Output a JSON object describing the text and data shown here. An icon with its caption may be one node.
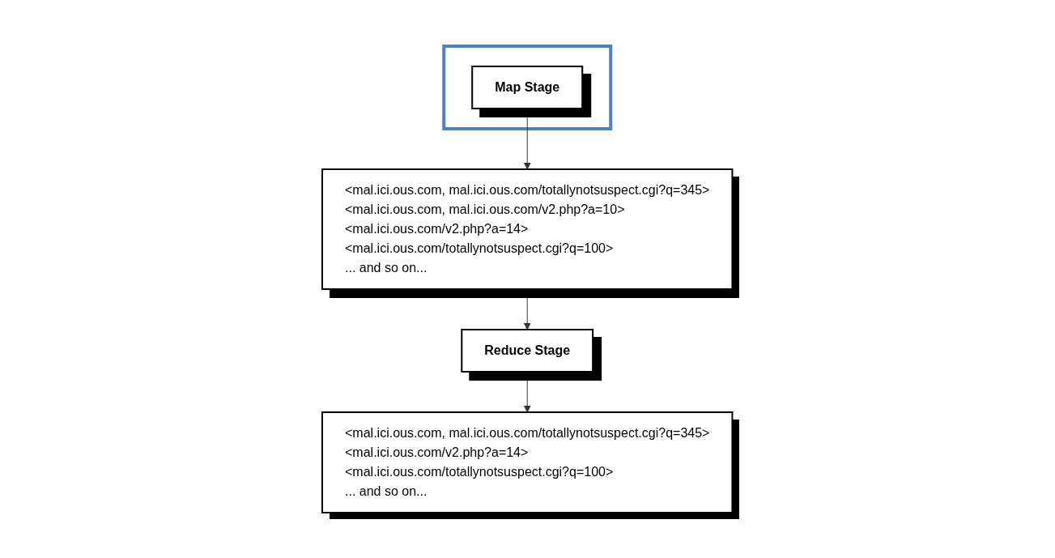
{
  "diagram": {
    "nodes": [
      {
        "text": [],
        "shape": "box"
      },
      {
        "text": [
          "Map Stage"
        ],
        "in": 0
      },
      {
        "text": [
          "<mal.ici.ous.com, mal.ici.ous.com/totallynotsuspect.cgi?q=345>",
          "<mal.ici.ous.com, mal.ici.ous.com/v2.php?a=10>",
          "<mal.ici.ous.com/v2.php?a=14>",
          "<mal.ici.ous.com/totallynotsuspect.cgi?q=100>",
          "... and so on..."
        ]
      },
      {
        "text": [
          "Reduce Stage"
        ]
      },
      {
        "text": [
          "<mal.ici.ous.com, mal.ici.ous.com/totallynotsuspect.cgi?q=345>",
          "<mal.ici.ous.com/v2.php?a=14>",
          "<mal.ici.ous.com/totallynotsuspect.cgi?q=100>",
          "... and so on..."
        ]
      }
    ],
    "edges": [
      {
        "from": 1,
        "to": 2,
        "arrow": "to"
      },
      {
        "from": 2,
        "to": 3,
        "arrow": "to"
      },
      {
        "from": 3,
        "to": 4,
        "arrow": "to"
      }
    ]
  }
}
